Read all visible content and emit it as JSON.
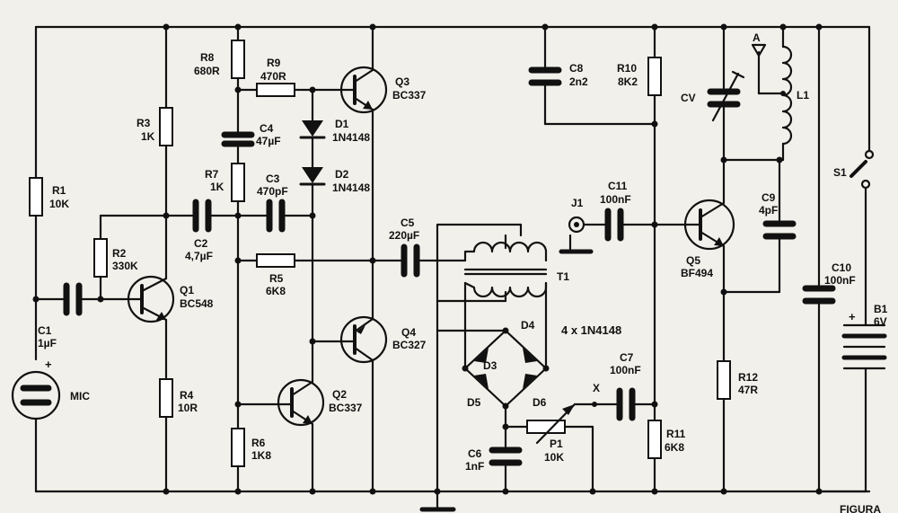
{
  "labels": {
    "r8": [
      "R8",
      "680R"
    ],
    "r9": [
      "R9",
      "470R"
    ],
    "q3": [
      "Q3",
      "BC337"
    ],
    "r3": [
      "R3",
      "1K"
    ],
    "c4": [
      "C4",
      "47µF"
    ],
    "d1": [
      "D1",
      "1N4148"
    ],
    "r7": [
      "R7",
      "1K"
    ],
    "c3": [
      "C3",
      "470pF"
    ],
    "d2": [
      "D2",
      "1N4148"
    ],
    "r1": [
      "R1",
      "10K"
    ],
    "c2": [
      "C2",
      "4,7µF"
    ],
    "r2": [
      "R2",
      "330K"
    ],
    "q1": [
      "Q1",
      "BC548"
    ],
    "c1": [
      "C1",
      "1µF"
    ],
    "r4": [
      "R4",
      "10R"
    ],
    "r5": [
      "R5",
      "6K8"
    ],
    "c5": [
      "C5",
      "220µF"
    ],
    "q4": [
      "Q4",
      "BC327"
    ],
    "q2": [
      "Q2",
      "BC337"
    ],
    "r6": [
      "R6",
      "1K8"
    ],
    "mic": "MIC",
    "c8": [
      "C8",
      "2n2"
    ],
    "r10": [
      "R10",
      "8K2"
    ],
    "j1": "J1",
    "c11": [
      "C11",
      "100nF"
    ],
    "t1": "T1",
    "d4": "D4",
    "d3": "D3",
    "d5": "D5",
    "d6": "D6",
    "bridge": "4 x 1N4148",
    "c7": [
      "C7",
      "100nF"
    ],
    "x": "X",
    "p1": [
      "P1",
      "10K"
    ],
    "c6": [
      "C6",
      "1nF"
    ],
    "r11": [
      "R11",
      "6K8"
    ],
    "cv": "CV",
    "a": "A",
    "l1": "L1",
    "c9": [
      "C9",
      "4pF"
    ],
    "q5": [
      "Q5",
      "BF494"
    ],
    "r12": [
      "R12",
      "47R"
    ],
    "s1": "S1",
    "c10": [
      "C10",
      "100nF"
    ],
    "b1": [
      "B1",
      "6V"
    ],
    "plus": "+",
    "figura": "FIGURA"
  }
}
